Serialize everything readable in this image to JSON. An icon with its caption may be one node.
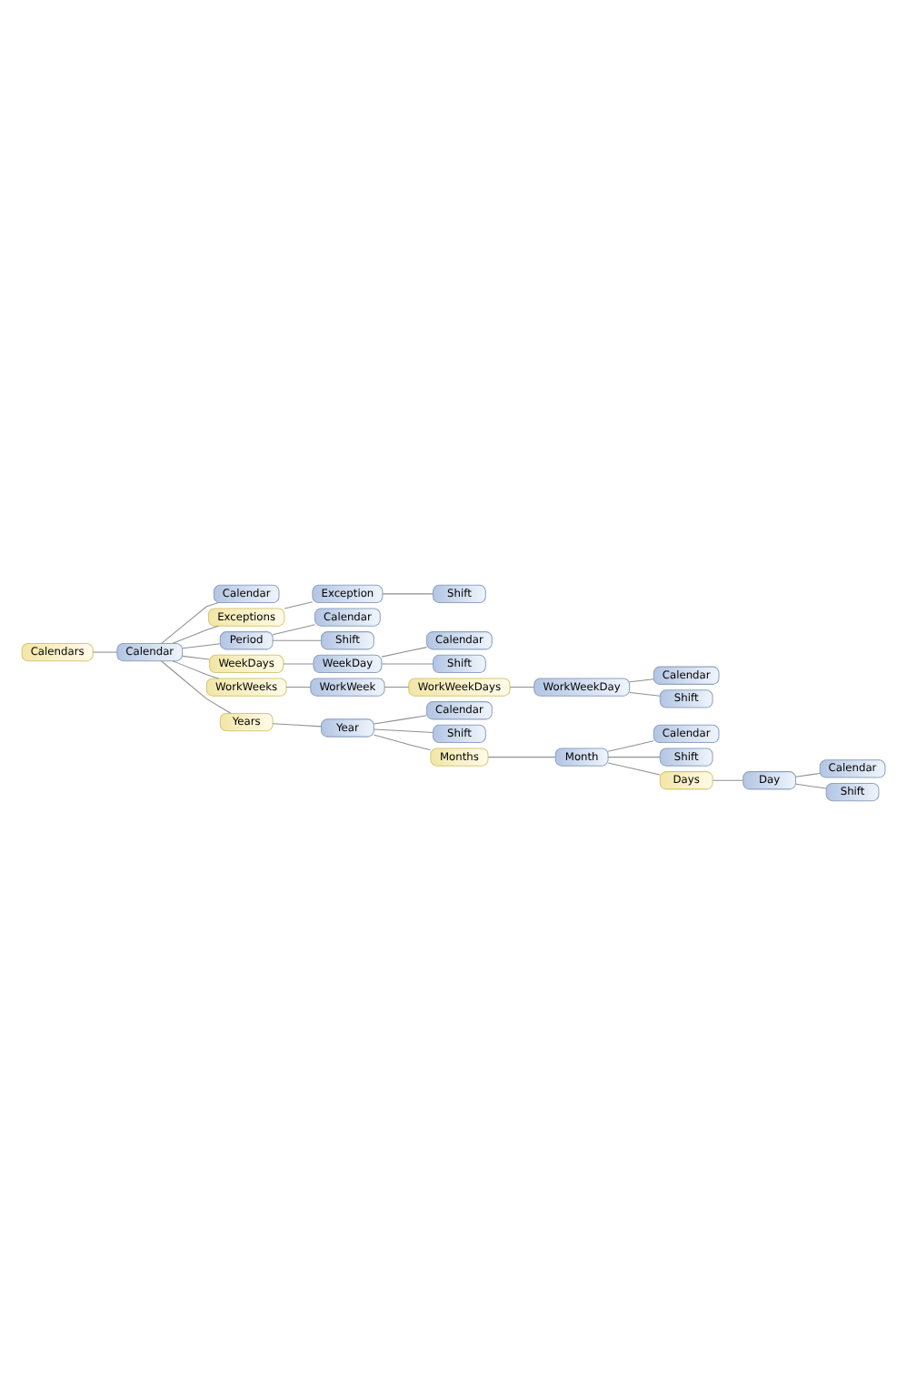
{
  "diagram": {
    "nodes": [
      {
        "text": [
          "Calendars"
        ]
      },
      {
        "text": [
          "Calendar"
        ]
      },
      {
        "text": [
          "Calendar"
        ]
      },
      {
        "text": [
          "Exceptions"
        ]
      },
      {
        "text": [
          "Exception"
        ]
      },
      {
        "text": [
          "Shift"
        ]
      },
      {
        "text": [
          "Period"
        ]
      },
      {
        "text": [
          "Calendar"
        ]
      },
      {
        "text": [
          "Shift"
        ]
      },
      {
        "text": [
          "WeekDays"
        ]
      },
      {
        "text": [
          "WeekDay"
        ]
      },
      {
        "text": [
          "Calendar"
        ]
      },
      {
        "text": [
          "Shift"
        ]
      },
      {
        "text": [
          "WorkWeeks"
        ]
      },
      {
        "text": [
          "WorkWeek"
        ]
      },
      {
        "text": [
          "WorkWeekDays"
        ]
      },
      {
        "text": [
          "WorkWeekDay"
        ]
      },
      {
        "text": [
          "Calendar"
        ]
      },
      {
        "text": [
          "Shift"
        ]
      },
      {
        "text": [
          "Years"
        ]
      },
      {
        "text": [
          "Year"
        ]
      },
      {
        "text": [
          "Calendar"
        ]
      },
      {
        "text": [
          "Shift"
        ]
      },
      {
        "text": [
          "Months"
        ]
      },
      {
        "text": [
          "Month"
        ]
      },
      {
        "text": [
          "Calendar"
        ]
      },
      {
        "text": [
          "Shift"
        ]
      },
      {
        "text": [
          "Days"
        ]
      },
      {
        "text": [
          "Day"
        ]
      },
      {
        "text": [
          "Calendar"
        ]
      },
      {
        "text": [
          "Shift"
        ]
      }
    ],
    "edges": [
      {
        "from": 0,
        "to": 1,
        "arrow": "none"
      },
      {
        "from": 1,
        "to": 2,
        "arrow": "none"
      },
      {
        "from": 1,
        "to": 3,
        "arrow": "none"
      },
      {
        "from": 3,
        "to": 4,
        "arrow": "none"
      },
      {
        "from": 4,
        "to": 5,
        "arrow": "none"
      },
      {
        "from": 1,
        "to": 6,
        "arrow": "none"
      },
      {
        "from": 6,
        "to": 7,
        "arrow": "none"
      },
      {
        "from": 6,
        "to": 8,
        "arrow": "none"
      },
      {
        "from": 1,
        "to": 9,
        "arrow": "none"
      },
      {
        "from": 9,
        "to": 10,
        "arrow": "none"
      },
      {
        "from": 10,
        "to": 11,
        "arrow": "none"
      },
      {
        "from": 10,
        "to": 12,
        "arrow": "none"
      },
      {
        "from": 1,
        "to": 13,
        "arrow": "none"
      },
      {
        "from": 13,
        "to": 14,
        "arrow": "none"
      },
      {
        "from": 14,
        "to": 15,
        "arrow": "none"
      },
      {
        "from": 15,
        "to": 16,
        "arrow": "none"
      },
      {
        "from": 16,
        "to": 17,
        "arrow": "none"
      },
      {
        "from": 16,
        "to": 18,
        "arrow": "none"
      },
      {
        "from": 1,
        "to": 19,
        "arrow": "none"
      },
      {
        "from": 19,
        "to": 20,
        "arrow": "none"
      },
      {
        "from": 20,
        "to": 21,
        "arrow": "none"
      },
      {
        "from": 20,
        "to": 22,
        "arrow": "none"
      },
      {
        "from": 20,
        "to": 23,
        "arrow": "none"
      },
      {
        "from": 23,
        "to": 24,
        "arrow": "none"
      },
      {
        "from": 24,
        "to": 25,
        "arrow": "none"
      },
      {
        "from": 24,
        "to": 26,
        "arrow": "none"
      },
      {
        "from": 24,
        "to": 27,
        "arrow": "none"
      },
      {
        "from": 27,
        "to": 28,
        "arrow": "none"
      },
      {
        "from": 28,
        "to": 29,
        "arrow": "none"
      },
      {
        "from": 28,
        "to": 30,
        "arrow": "none"
      }
    ]
  }
}
